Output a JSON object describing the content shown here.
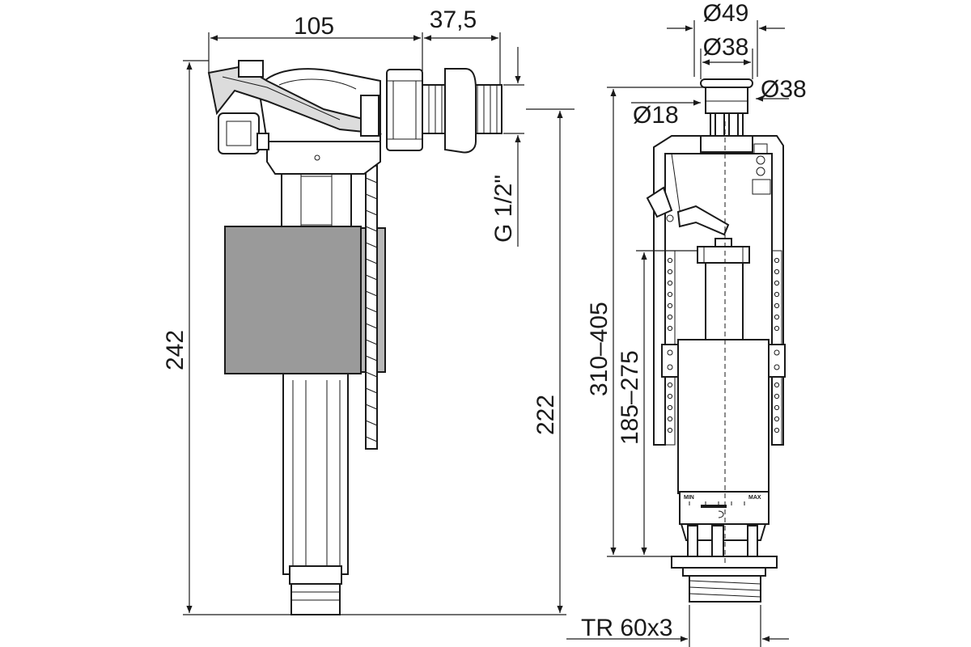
{
  "dimensions": {
    "fill_width": "105",
    "fill_thread_offset": "37,5",
    "fill_thread": "G 1/2\"",
    "fill_total_height": "242",
    "fill_outlet_height": "222",
    "flush_top_diameter": "Ø49",
    "flush_button_diameter": "Ø38",
    "flush_cap_diameter": "Ø38",
    "flush_stem_diameter": "Ø18",
    "flush_total_height": "310–405",
    "flush_overflow_height": "185–275",
    "flush_thread": "TR 60x3"
  },
  "scale_labels": {
    "min": "MIN",
    "max": "MAX"
  },
  "colors": {
    "line": "#1a1a1a",
    "float_fill": "#9a9a9a",
    "part_fill": "#ffffff",
    "light_fill": "#dcdcdc",
    "mid_fill": "#b8b8b8"
  }
}
